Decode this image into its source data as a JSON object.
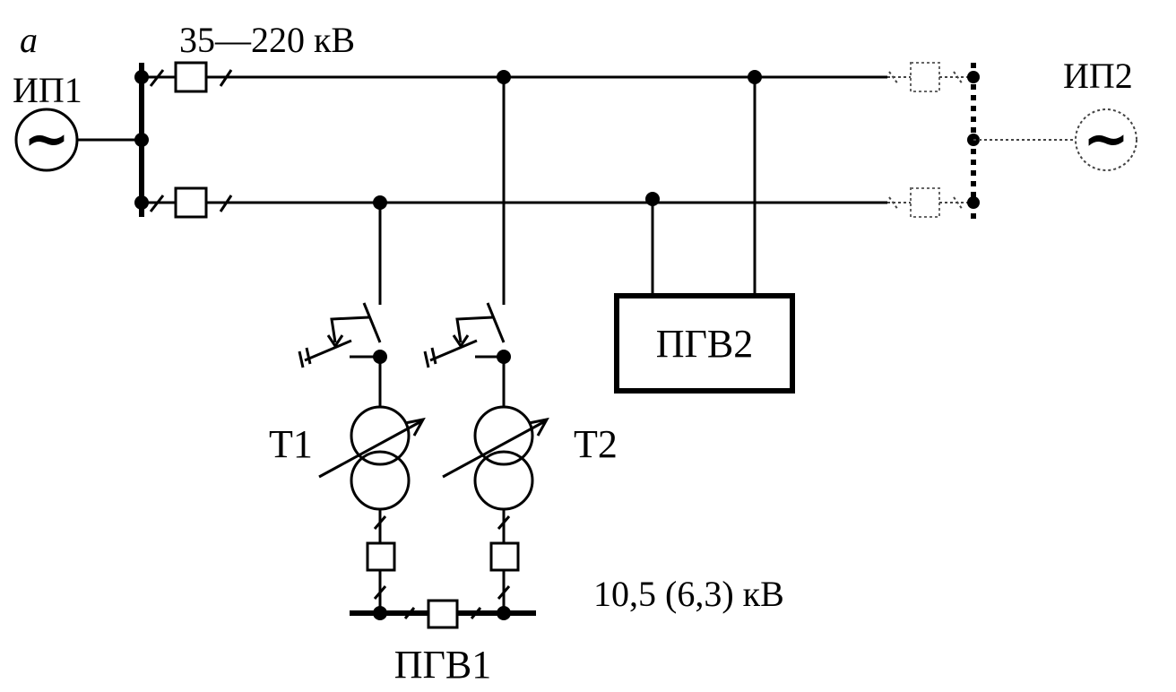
{
  "labels": {
    "panel_letter": "a",
    "voltage_hv": "35—220 кВ",
    "source1": "ИП1",
    "source2": "ИП2",
    "pgv2": "ПГВ2",
    "t1": "Т1",
    "t2": "Т2",
    "voltage_lv": "10,5 (6,3) кВ",
    "pgv1": "ПГВ1",
    "source_symbol": "~"
  }
}
